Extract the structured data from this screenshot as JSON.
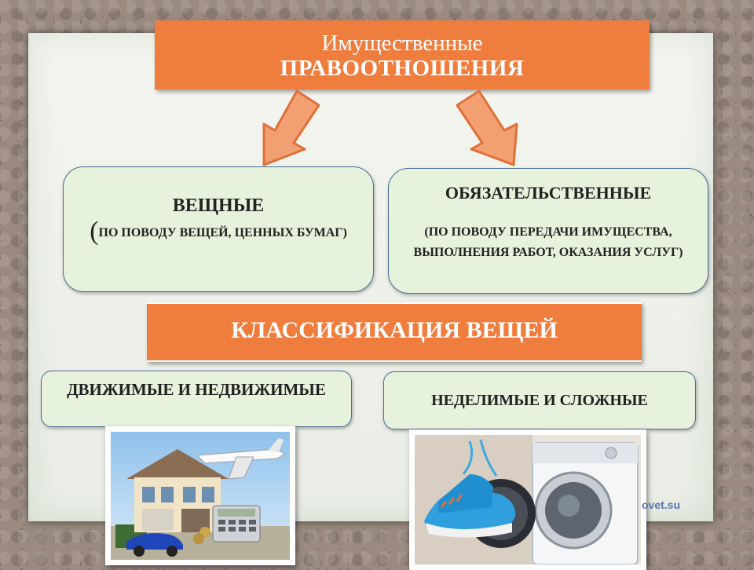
{
  "title": {
    "line1": "Имущественные",
    "line2": "ПРАВООТНОШЕНИЯ"
  },
  "veshchnye": {
    "title": "ВЕЩНЫЕ",
    "open_paren": "(",
    "subtitle": "ПО ПОВОДУ ВЕЩЕЙ, ЦЕННЫХ БУМАГ)"
  },
  "obyazatelstvennye": {
    "title": "ОБЯЗАТЕЛЬСТВЕННЫЕ",
    "subtitle": "(ПО ПОВОДУ ПЕРЕДАЧИ ИМУЩЕСТВА, ВЫПОЛНЕНИЯ РАБОТ, ОКАЗАНИЯ УСЛУГ)"
  },
  "classification": {
    "title": "КЛАССИФИКАЦИЯ ВЕЩЕЙ"
  },
  "categories": {
    "movable": "ДВИЖИМЫЕ И НЕДВИЖИМЫЕ",
    "indivisible": "НЕДЕЛИМЫЕ И СЛОЖНЫЕ"
  },
  "watermark": "ovet.su",
  "colors": {
    "banner": "#ef7d3d",
    "box_fill": "#e6f2dc",
    "box_border": "#4a6e96",
    "arrow_fill": "#f2a071",
    "arrow_stroke": "#e0703a"
  },
  "icons": {
    "left_photo": "house-car-plane-calculator-illustration",
    "right_photo": "sneakers-washing-machine-illustration"
  }
}
